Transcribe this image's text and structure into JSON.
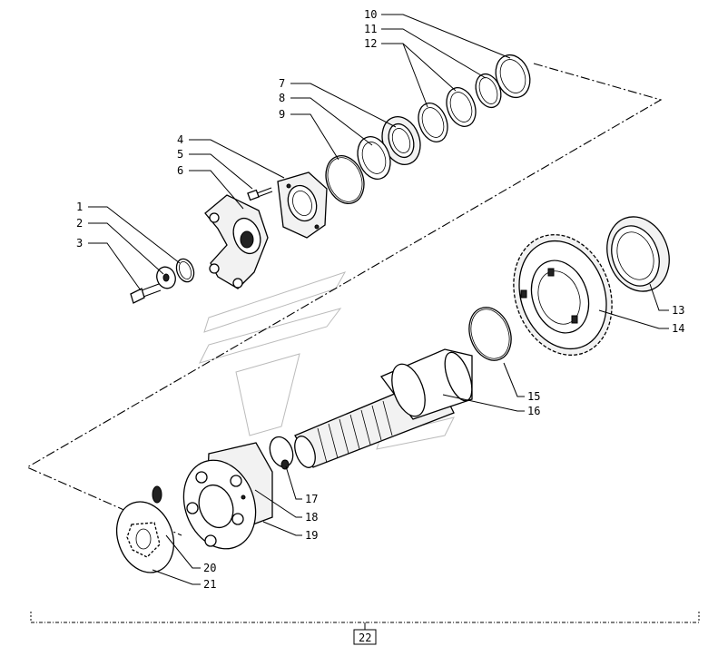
{
  "callouts": [
    "1",
    "2",
    "3",
    "4",
    "5",
    "6",
    "7",
    "8",
    "9",
    "10",
    "11",
    "12",
    "13",
    "14",
    "15",
    "16",
    "17",
    "18",
    "19",
    "20",
    "21"
  ],
  "assembly_label": "22"
}
